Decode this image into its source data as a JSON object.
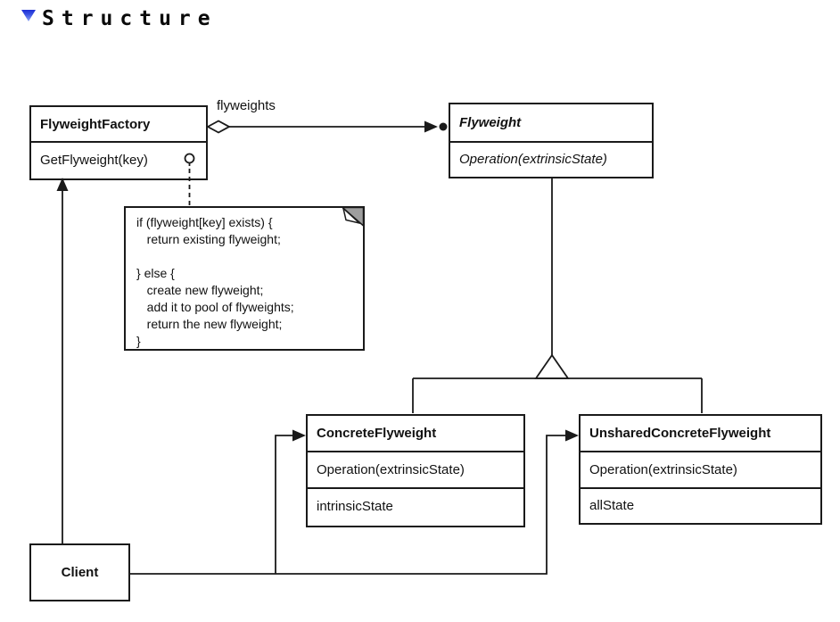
{
  "heading": {
    "title": "Structure"
  },
  "diagram": {
    "flyweight_factory": {
      "title": "FlyweightFactory",
      "method": "GetFlyweight(key)"
    },
    "flyweight": {
      "title": "Flyweight",
      "method": "Operation(extrinsicState)"
    },
    "concrete_flyweight": {
      "title": "ConcreteFlyweight",
      "method": "Operation(extrinsicState)",
      "attribute": "intrinsicState"
    },
    "unshared_concrete_flyweight": {
      "title": "UnsharedConcreteFlyweight",
      "method": "Operation(extrinsicState)",
      "attribute": "allState"
    },
    "client": {
      "title": "Client"
    },
    "association_label": "flyweights",
    "note": {
      "lines": [
        "if (flyweight[key] exists) {",
        "   return existing flyweight;",
        "",
        "} else {",
        "   create new flyweight;",
        "   add it to pool of flyweights;",
        "   return the new flyweight;",
        "}"
      ]
    }
  },
  "colors": {
    "line": "#1a1a1a",
    "note_fold": "#9e9e9e",
    "marker_blue": "#1c2ed4"
  }
}
